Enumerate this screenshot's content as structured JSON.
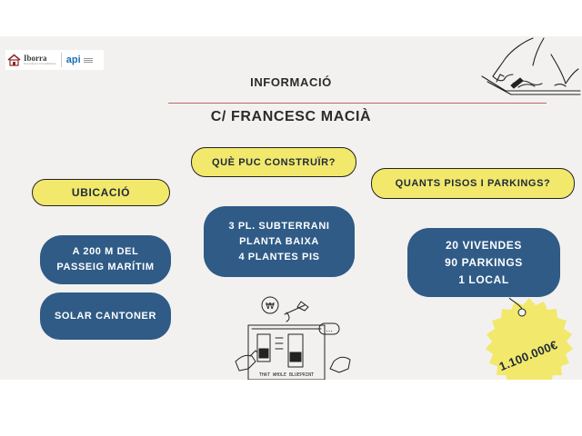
{
  "logo": {
    "brand": "Iborra",
    "sub": "Consultors Immobiliaris",
    "api": "api"
  },
  "header": {
    "title": "INFORMACIÓ",
    "subtitle": "C/ FRANCESC MACIÀ"
  },
  "ubicacio": {
    "label": "UBICACIÓ",
    "items": [
      {
        "lines": [
          "A 200 M DEL",
          "PASSEIG MARÍTIM"
        ]
      },
      {
        "lines": [
          "SOLAR CANTONER"
        ]
      }
    ]
  },
  "construir": {
    "label": "QUÈ PUC CONSTRUÏR?",
    "lines": [
      "3 PL. SUBTERRANI",
      "PLANTA BAIXA",
      "4 PLANTES PIS"
    ]
  },
  "pisos": {
    "label": "QUANTS PISOS I PARKINGS?",
    "lines": [
      "20 VIVENDES",
      "90 PARKINGS",
      "1 LOCAL"
    ]
  },
  "price": {
    "value": "1.100.000€",
    "color": "#f2e86b"
  },
  "illustration": {
    "plan_caption": "THAT WHOLE BLUEPRINT",
    "plan_bubble": "...",
    "plan_icon": "₩"
  },
  "colors": {
    "pill": "#f2e86b",
    "box": "#2f5b86",
    "background": "#f3f1ef",
    "rule": "#b86a6a"
  }
}
